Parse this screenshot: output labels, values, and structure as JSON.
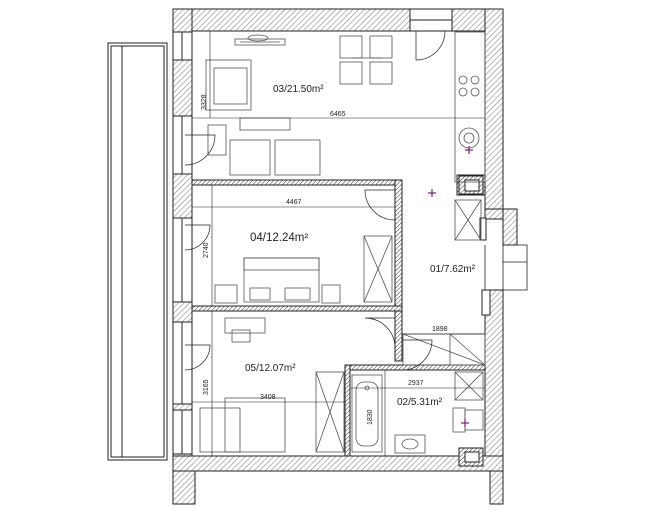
{
  "rooms": [
    {
      "id": "03",
      "label": "03/21.50m²"
    },
    {
      "id": "04",
      "label": "04/12.24m²"
    },
    {
      "id": "01",
      "label": "01/7.62m²"
    },
    {
      "id": "05",
      "label": "05/12.07m²"
    },
    {
      "id": "02",
      "label": "02/5.31m²"
    }
  ],
  "dimensions": {
    "d3328": "3328",
    "d6465": "6465",
    "d4467": "4467",
    "d2740": "2740",
    "d1898": "1898",
    "d3165": "3165",
    "d3408": "3408",
    "d2937": "2937",
    "d1830": "1830"
  },
  "colors": {
    "wall_hatch": "#9a9a9a",
    "line": "#222222",
    "furniture": "#555555",
    "fixture_marker": "#7a1f7a"
  }
}
